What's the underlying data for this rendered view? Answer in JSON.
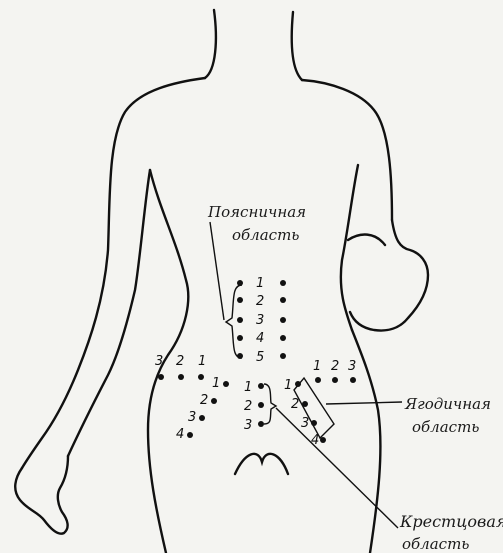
{
  "labels": {
    "lumbar_line1": "Поясничная",
    "lumbar_line2": "область",
    "gluteal_line1": "Ягодичная",
    "gluteal_line2": "область",
    "sacral_line1": "Крестцовая",
    "sacral_line2": "область"
  },
  "points": {
    "lumbar": [
      "1",
      "2",
      "3",
      "4",
      "5"
    ],
    "gluteal_upper_left": [
      "3",
      "2",
      "1"
    ],
    "gluteal_upper_right": [
      "1",
      "2",
      "3"
    ],
    "gluteal_diag_left": [
      "1",
      "2",
      "3",
      "4"
    ],
    "sacral": [
      "1",
      "2",
      "3"
    ],
    "gluteal_diag_right": [
      "1",
      "2",
      "3",
      "4"
    ]
  },
  "colors": {
    "ink": "#111111",
    "paper": "#f4f4f1"
  }
}
